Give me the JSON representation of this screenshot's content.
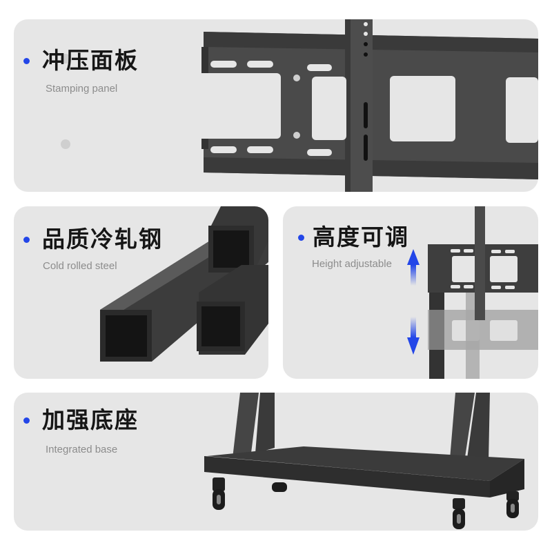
{
  "accent_color": "#2346e8",
  "card_background": "#e6e6e6",
  "features": [
    {
      "id": "stamping",
      "title": "冲压面板",
      "subtitle": "Stamping panel",
      "image": "wall-mount-bracket"
    },
    {
      "id": "steel",
      "title": "品质冷轧钢",
      "subtitle": "Cold rolled steel",
      "image": "square-steel-tubes"
    },
    {
      "id": "height",
      "title": "高度可调",
      "subtitle": "Height adjustable",
      "image": "bracket-with-up-down-arrows"
    },
    {
      "id": "base",
      "title": "加强底座",
      "subtitle": "Integrated base",
      "image": "mobile-base-with-casters"
    }
  ],
  "icons": {
    "bullet": "blue-dot",
    "height_arrows": [
      "arrow-up-icon",
      "arrow-down-icon"
    ]
  }
}
